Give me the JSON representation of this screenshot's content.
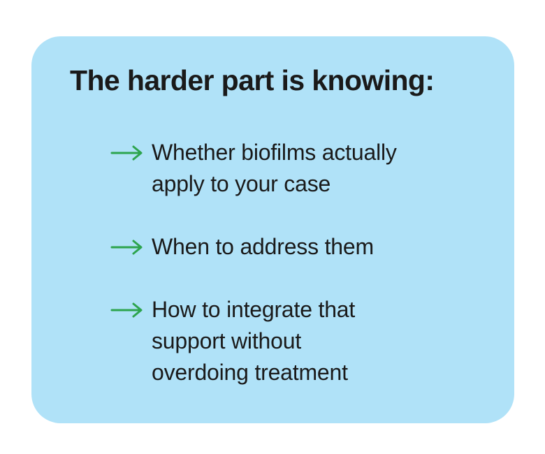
{
  "colors": {
    "page_bg": "#FFFFFF",
    "card_bg": "#B0E2F8",
    "arrow": "#2DA44E",
    "text": "#1A1A1A"
  },
  "card": {
    "title": "The harder part is knowing:",
    "bullets": [
      {
        "icon": "right-arrow-icon",
        "text": "Whether biofilms actually\napply to your case"
      },
      {
        "icon": "right-arrow-icon",
        "text": "When to address them"
      },
      {
        "icon": "right-arrow-icon",
        "text": "How to integrate that\nsupport without\noverdoing treatment"
      }
    ]
  }
}
